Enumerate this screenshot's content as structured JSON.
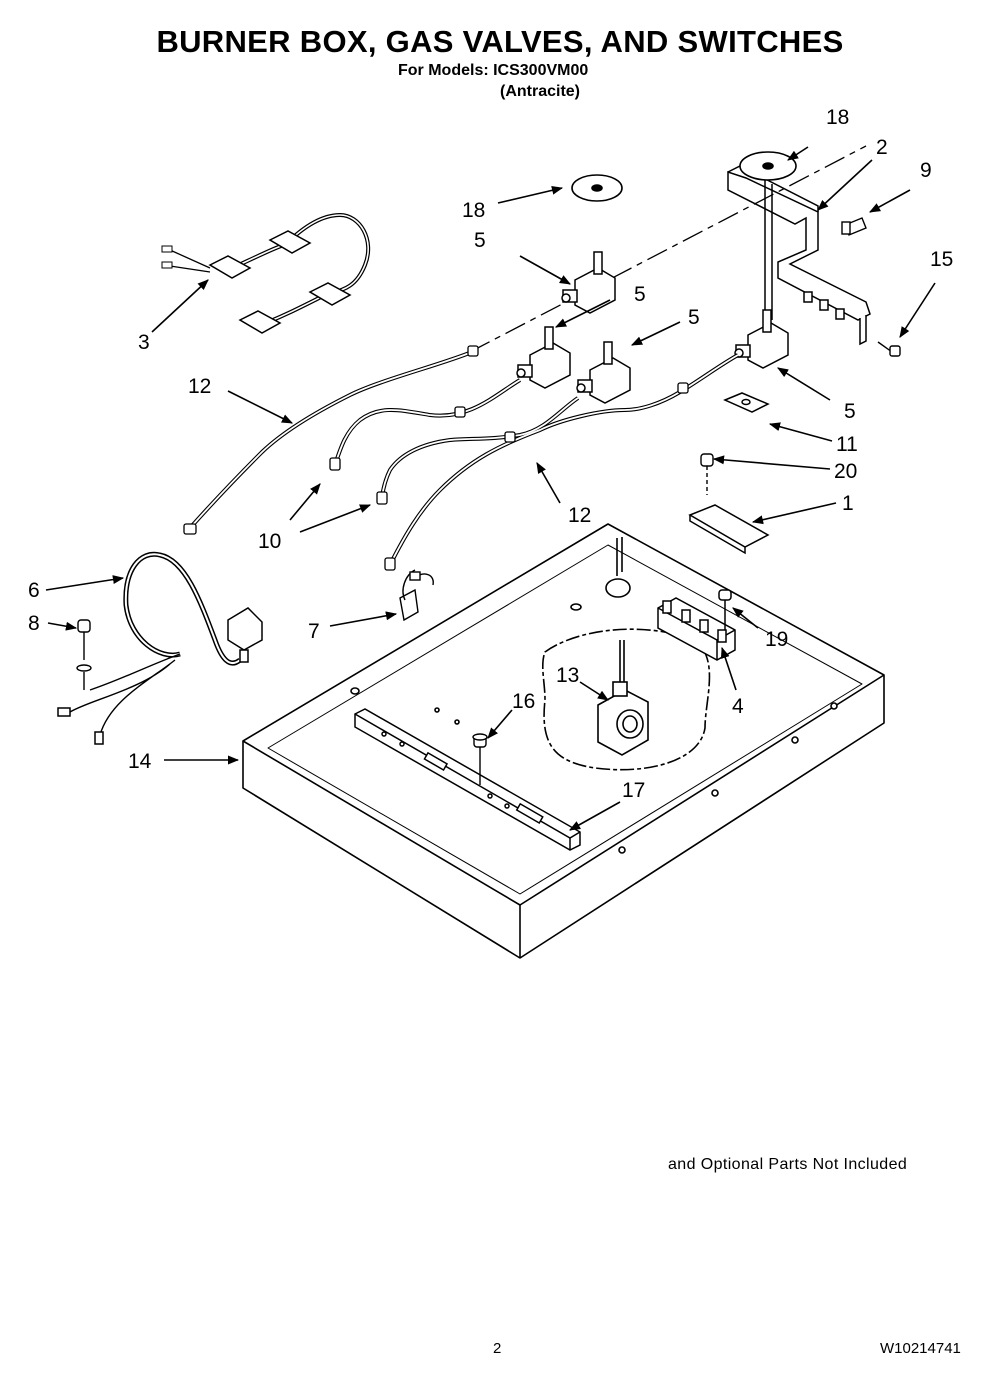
{
  "header": {
    "title": "BURNER BOX, GAS VALVES, AND SWITCHES",
    "models_line": "For Models: ICS300VM00",
    "color_line": "(Antracite)"
  },
  "callouts": {
    "c1": "1",
    "c2": "2",
    "c3": "3",
    "c4": "4",
    "c5a": "5",
    "c5b": "5",
    "c5c": "5",
    "c5d": "5",
    "c6": "6",
    "c7": "7",
    "c8": "8",
    "c9": "9",
    "c10": "10",
    "c11": "11",
    "c12a": "12",
    "c12b": "12",
    "c13": "13",
    "c14": "14",
    "c15": "15",
    "c16": "16",
    "c17": "17",
    "c18a": "18",
    "c18b": "18",
    "c19": "19",
    "c20": "20"
  },
  "footer": {
    "note": "and Optional Parts Not Included",
    "page_number": "2",
    "document_number": "W10214741"
  }
}
